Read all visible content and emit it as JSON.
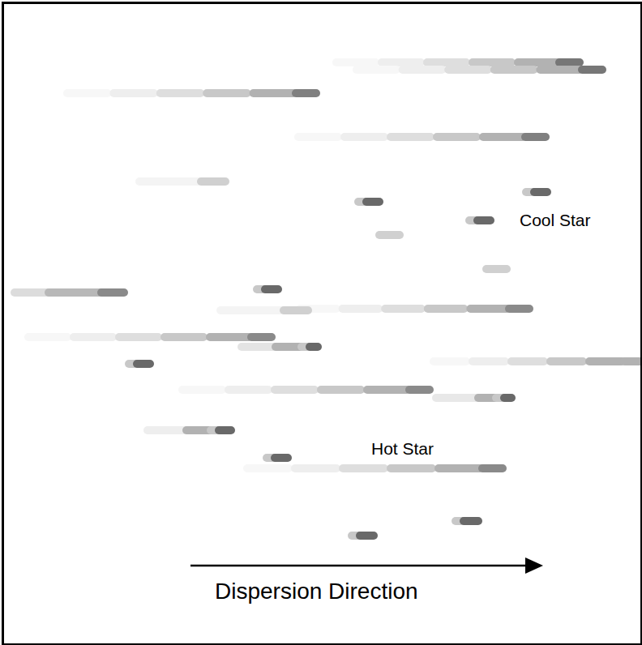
{
  "diagram": {
    "labels": [
      "Cool Star",
      "Hot Star",
      "Dispersion Direction"
    ]
  }
}
